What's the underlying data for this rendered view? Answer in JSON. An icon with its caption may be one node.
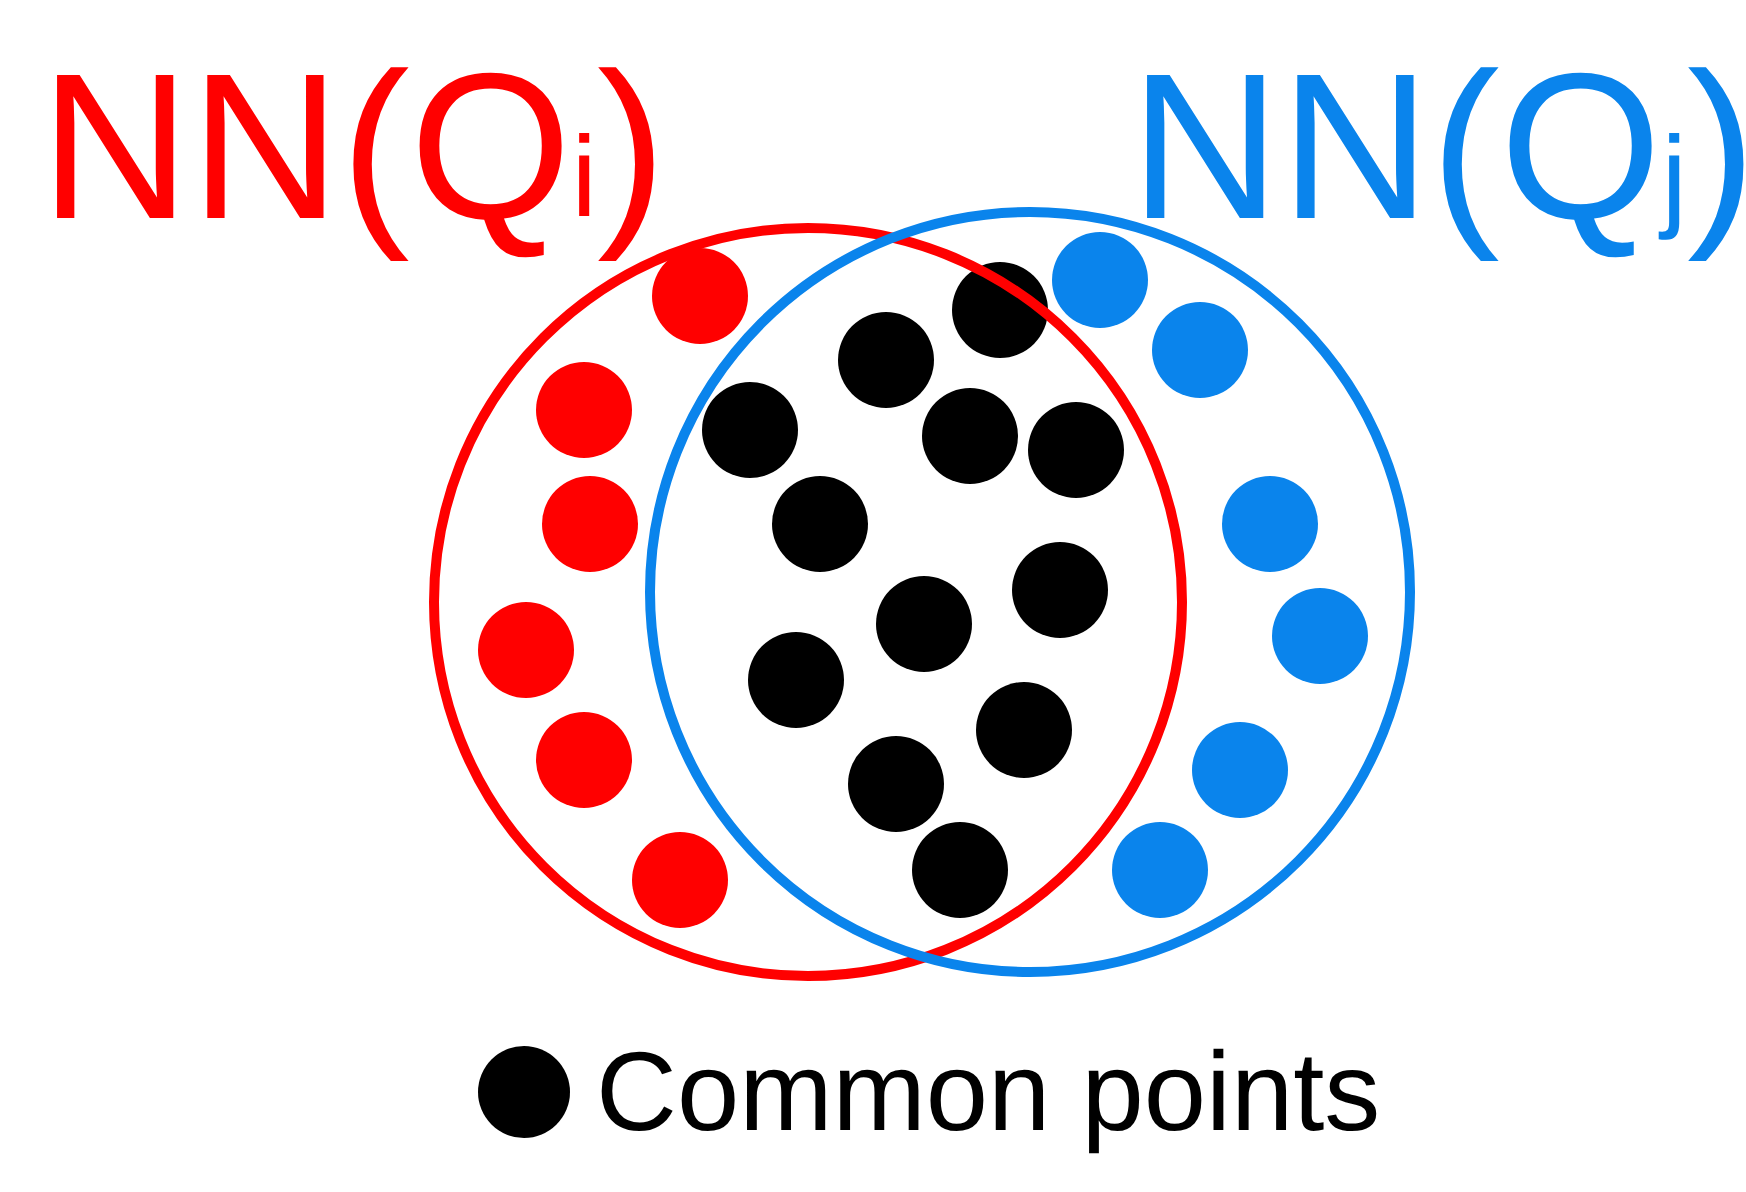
{
  "diagram": {
    "nodes": [
      {
        "text": [
          "NN(Q$_{i}$)"
        ]
      },
      {
        "text": [
          "NN(Q$_{j}$)"
        ]
      }
    ],
    "legend": [
      {
        "text": "Common points",
        "color": "#000000"
      }
    ]
  }
}
